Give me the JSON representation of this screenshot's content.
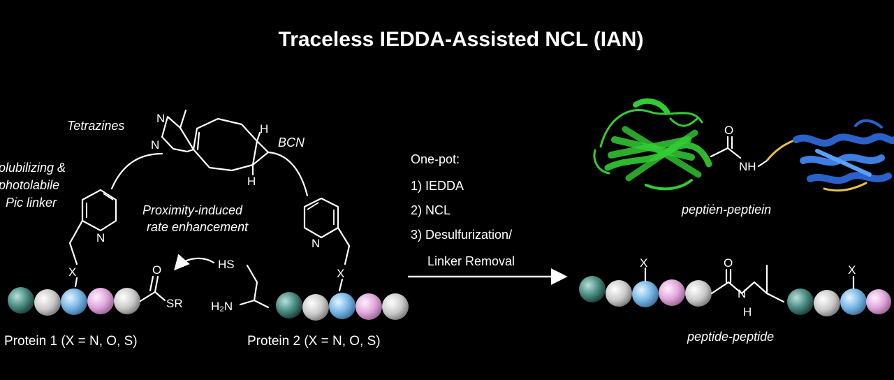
{
  "title": "Traceless IEDDA-Assisted NCL (IAN)",
  "labels": {
    "tetrazines": "Tetrazines",
    "bcn": "BCN",
    "linker": [
      "olubilizing &",
      "photolabile",
      "Pic linker"
    ],
    "proximity": [
      "Proximity-induced",
      "rate enhancement"
    ],
    "protein1": "Protein 1 (X = N, O, S)",
    "protein2": "Protein 2 (X = N, O, S)",
    "product_top": "peptiėn-peptiein",
    "product_bottom": "peptide-peptide"
  },
  "atoms": {
    "n": "N",
    "h": "H",
    "x": "X",
    "o": "O",
    "sr": "SR",
    "hs": "HS",
    "h2n": "H₂N",
    "nh": "NH"
  },
  "steps": {
    "heading": "One-pot:",
    "items": [
      "1) IEDDA",
      "2) NCL",
      "3) Desulfurization/",
      "Linker Removal"
    ]
  },
  "colors": {
    "teal": "#4a8c82",
    "gray": "#c9c9c9",
    "blue": "#7ab8e6",
    "pink": "#e2a9dd",
    "green_protein": "#33cc33",
    "blue_protein": "#2a62c9",
    "linker_yellow": "#e6c24a"
  }
}
